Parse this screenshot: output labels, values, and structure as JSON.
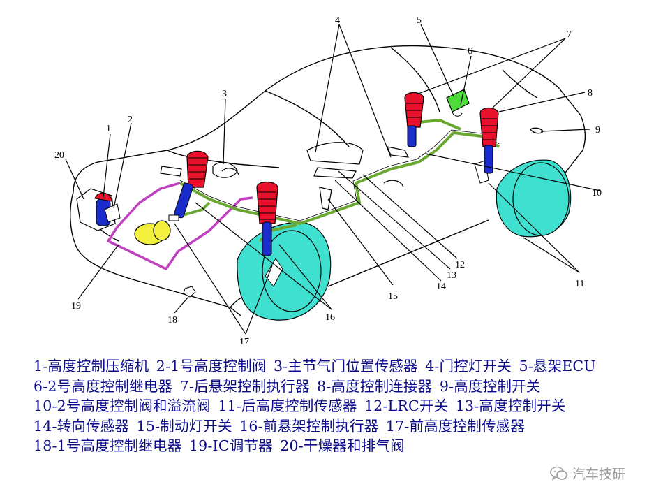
{
  "callouts": {
    "n1": "1",
    "n2": "2",
    "n3": "3",
    "n4": "4",
    "n5": "5",
    "n6": "6",
    "n7": "7",
    "n8": "8",
    "n9": "9",
    "n10": "10",
    "n11": "11",
    "n12": "12",
    "n13": "13",
    "n14": "14",
    "n15": "15",
    "n16": "16",
    "n17": "17",
    "n18": "18",
    "n19": "19",
    "n20": "20"
  },
  "legend": [
    "1-高度控制压缩机",
    "2-1号高度控制阀",
    "3-主节气门位置传感器",
    "4-门控灯开关",
    "5-悬架ECU",
    "6-2号高度控制继电器",
    "7-后悬架控制执行器",
    "8-高度控制连接器",
    "9-高度控制开关",
    "10-2号高度控制阀和溢流阀",
    "11-后高度控制传感器",
    "12-LRC开关",
    "13-高度控制开关",
    "14-转向传感器",
    "15-制动灯开关",
    "16-前悬架控制执行器",
    "17-前高度控制传感器",
    "18-1号高度控制继电器",
    "19-IC调节器",
    "20-干燥器和排气阀"
  ],
  "watermark": {
    "text": "汽车技研",
    "icon": "wechat-icon"
  },
  "colors": {
    "legend_text": "#0a0a8a",
    "wheel": "#40e0d0",
    "strut_red": "#e8102a",
    "strut_blue": "#1a2ccc",
    "air_line_green": "#6aa832",
    "wire_purple": "#c040c0",
    "ecu_green": "#4ddc3a",
    "compressor_yellow": "#f2f03c"
  }
}
